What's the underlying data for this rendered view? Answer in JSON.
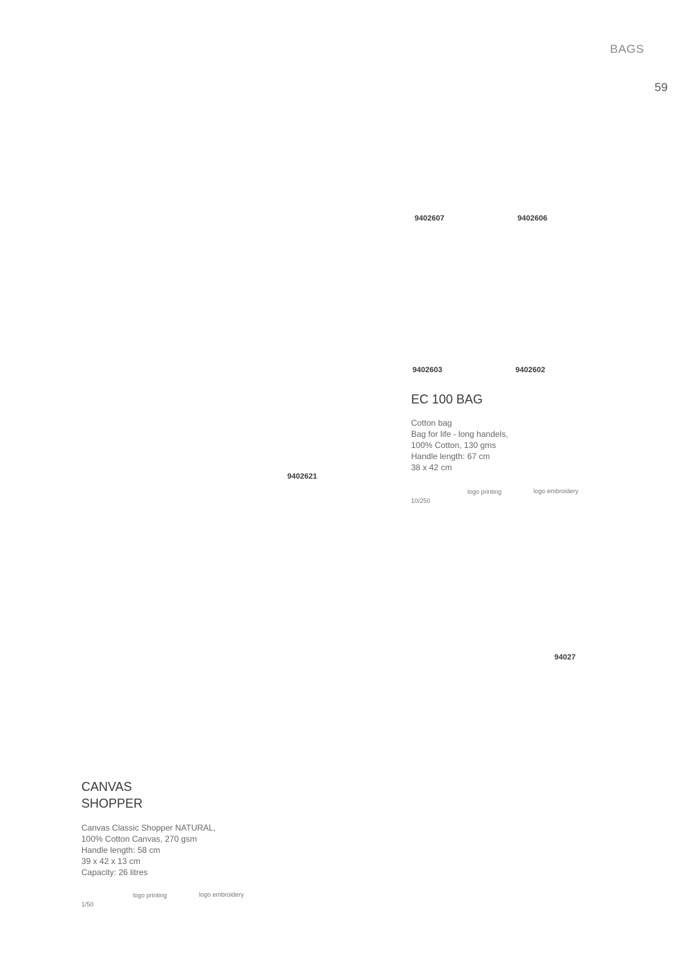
{
  "header": {
    "section": "BAGS",
    "page_number": "59"
  },
  "ec100": {
    "codes": [
      "9402607",
      "9402606",
      "9402603",
      "9402602"
    ],
    "title": "EC 100 BAG",
    "description": [
      "Cotton bag",
      "Bag for life - long handels,",
      "100% Cotton, 130 gms",
      "Handle length: 67 cm",
      "38 x 42 cm"
    ],
    "packaging": "10/250",
    "logo_printing": "logo printing",
    "logo_embroidery": "logo embroidery"
  },
  "canvas": {
    "codes": [
      "9402621",
      "94027"
    ],
    "title_line1": "CANVAS",
    "title_line2": "SHOPPER",
    "description": [
      "Canvas Classic Shopper NATURAL,",
      "100% Cotton Canvas, 270 gsm",
      "Handle length: 58 cm",
      "39 x 42 x 13 cm",
      "Capacity: 26 litres"
    ],
    "packaging": "1/50",
    "logo_printing": "logo printing",
    "logo_embroidery": "logo embroidery"
  }
}
